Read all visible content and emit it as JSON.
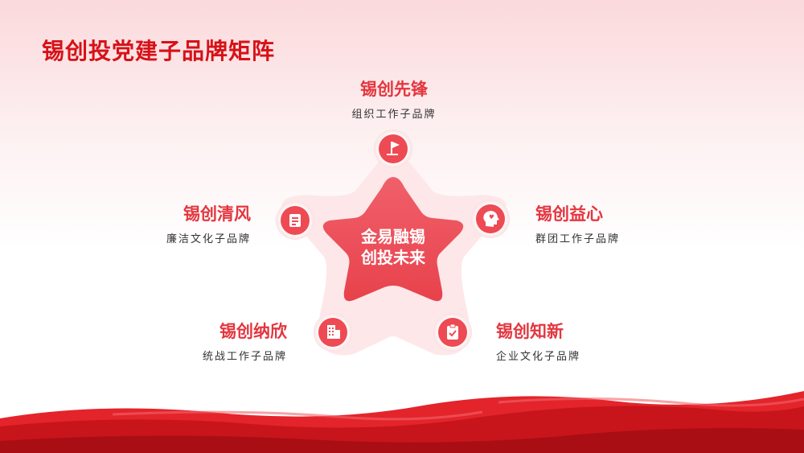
{
  "title": "锡创投党建子品牌矩阵",
  "center": {
    "line1": "金易融锡",
    "line2": "创投未来"
  },
  "brands": [
    {
      "key": "top",
      "name": "锡创先锋",
      "desc": "组织工作子品牌",
      "icon": "flag-icon"
    },
    {
      "key": "upper-left",
      "name": "锡创清风",
      "desc": "廉洁文化子品牌",
      "icon": "document-icon"
    },
    {
      "key": "upper-right",
      "name": "锡创益心",
      "desc": "群团工作子品牌",
      "icon": "heart-head-icon"
    },
    {
      "key": "lower-left",
      "name": "锡创纳欣",
      "desc": "统战工作子品牌",
      "icon": "building-icon"
    },
    {
      "key": "lower-right",
      "name": "锡创知新",
      "desc": "企业文化子品牌",
      "icon": "clipboard-icon"
    }
  ],
  "colors": {
    "accent": "#e4363f",
    "title": "#d61218",
    "star_light": "#fde3e5",
    "star_main": "#f0515a"
  }
}
